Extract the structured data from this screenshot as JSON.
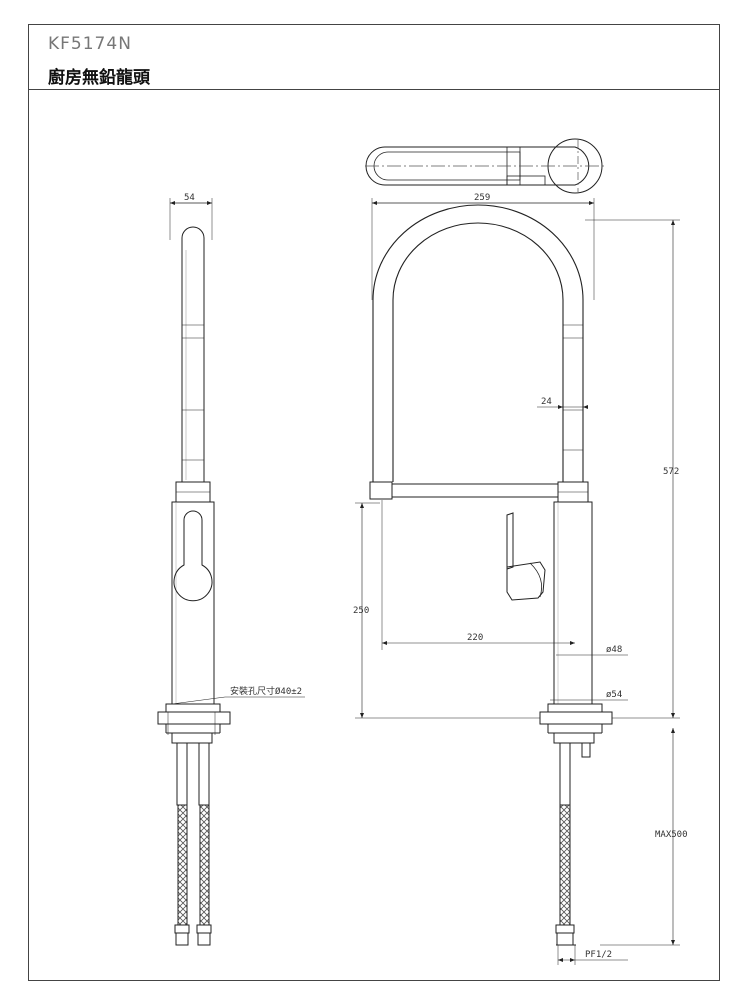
{
  "header": {
    "model": "KF5174N",
    "title": "廚房無鉛龍頭"
  },
  "dimensions": {
    "side_width": "54",
    "total_width": "259",
    "tube_diameter": "24",
    "total_height": "572",
    "spout_height": "250",
    "reach": "220",
    "body_diameter": "ø48",
    "base_diameter": "ø54",
    "hole_size": "安裝孔尺寸Ø40±2",
    "hose_length": "MAX500",
    "thread": "PF1/2"
  }
}
